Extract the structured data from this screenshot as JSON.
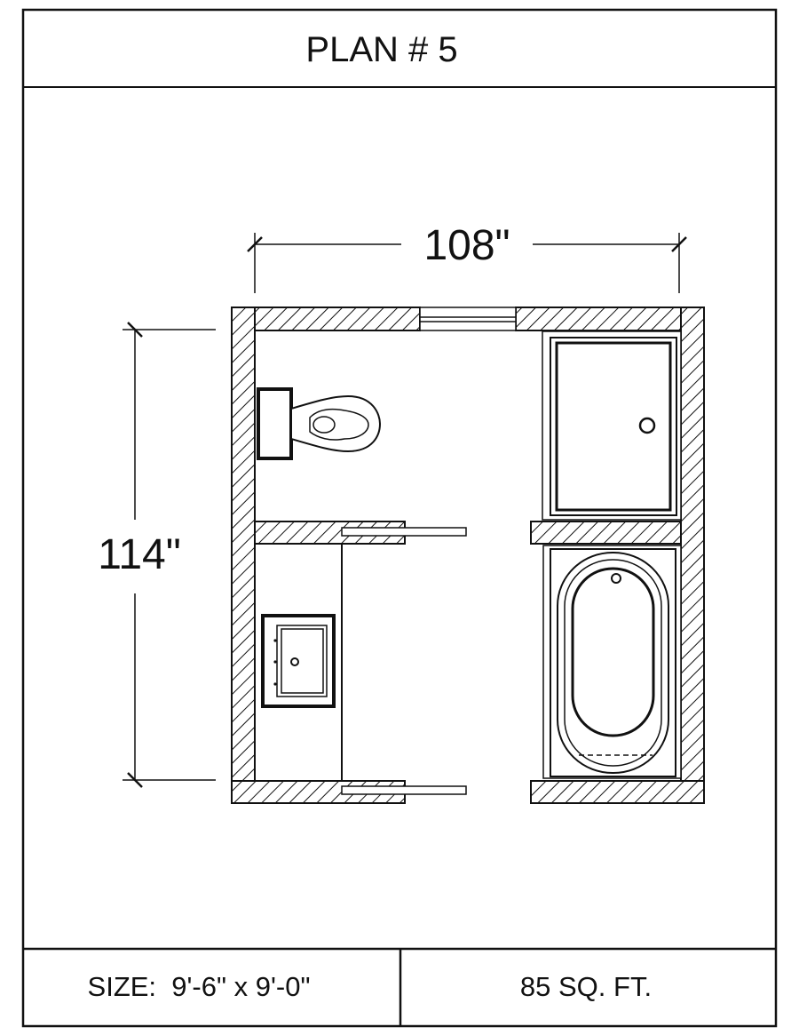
{
  "title": "PLAN # 5",
  "dimensions": {
    "width_label": "108\"",
    "height_label": "114\""
  },
  "footer": {
    "size_label": "SIZE:  9'-6\" x 9'-0\"",
    "area_label": "85 SQ. FT."
  },
  "fixtures": [
    "toilet-icon",
    "shower-icon",
    "bathtub-icon",
    "sink-icon"
  ],
  "colors": {
    "line": "#111111",
    "background": "#ffffff"
  }
}
